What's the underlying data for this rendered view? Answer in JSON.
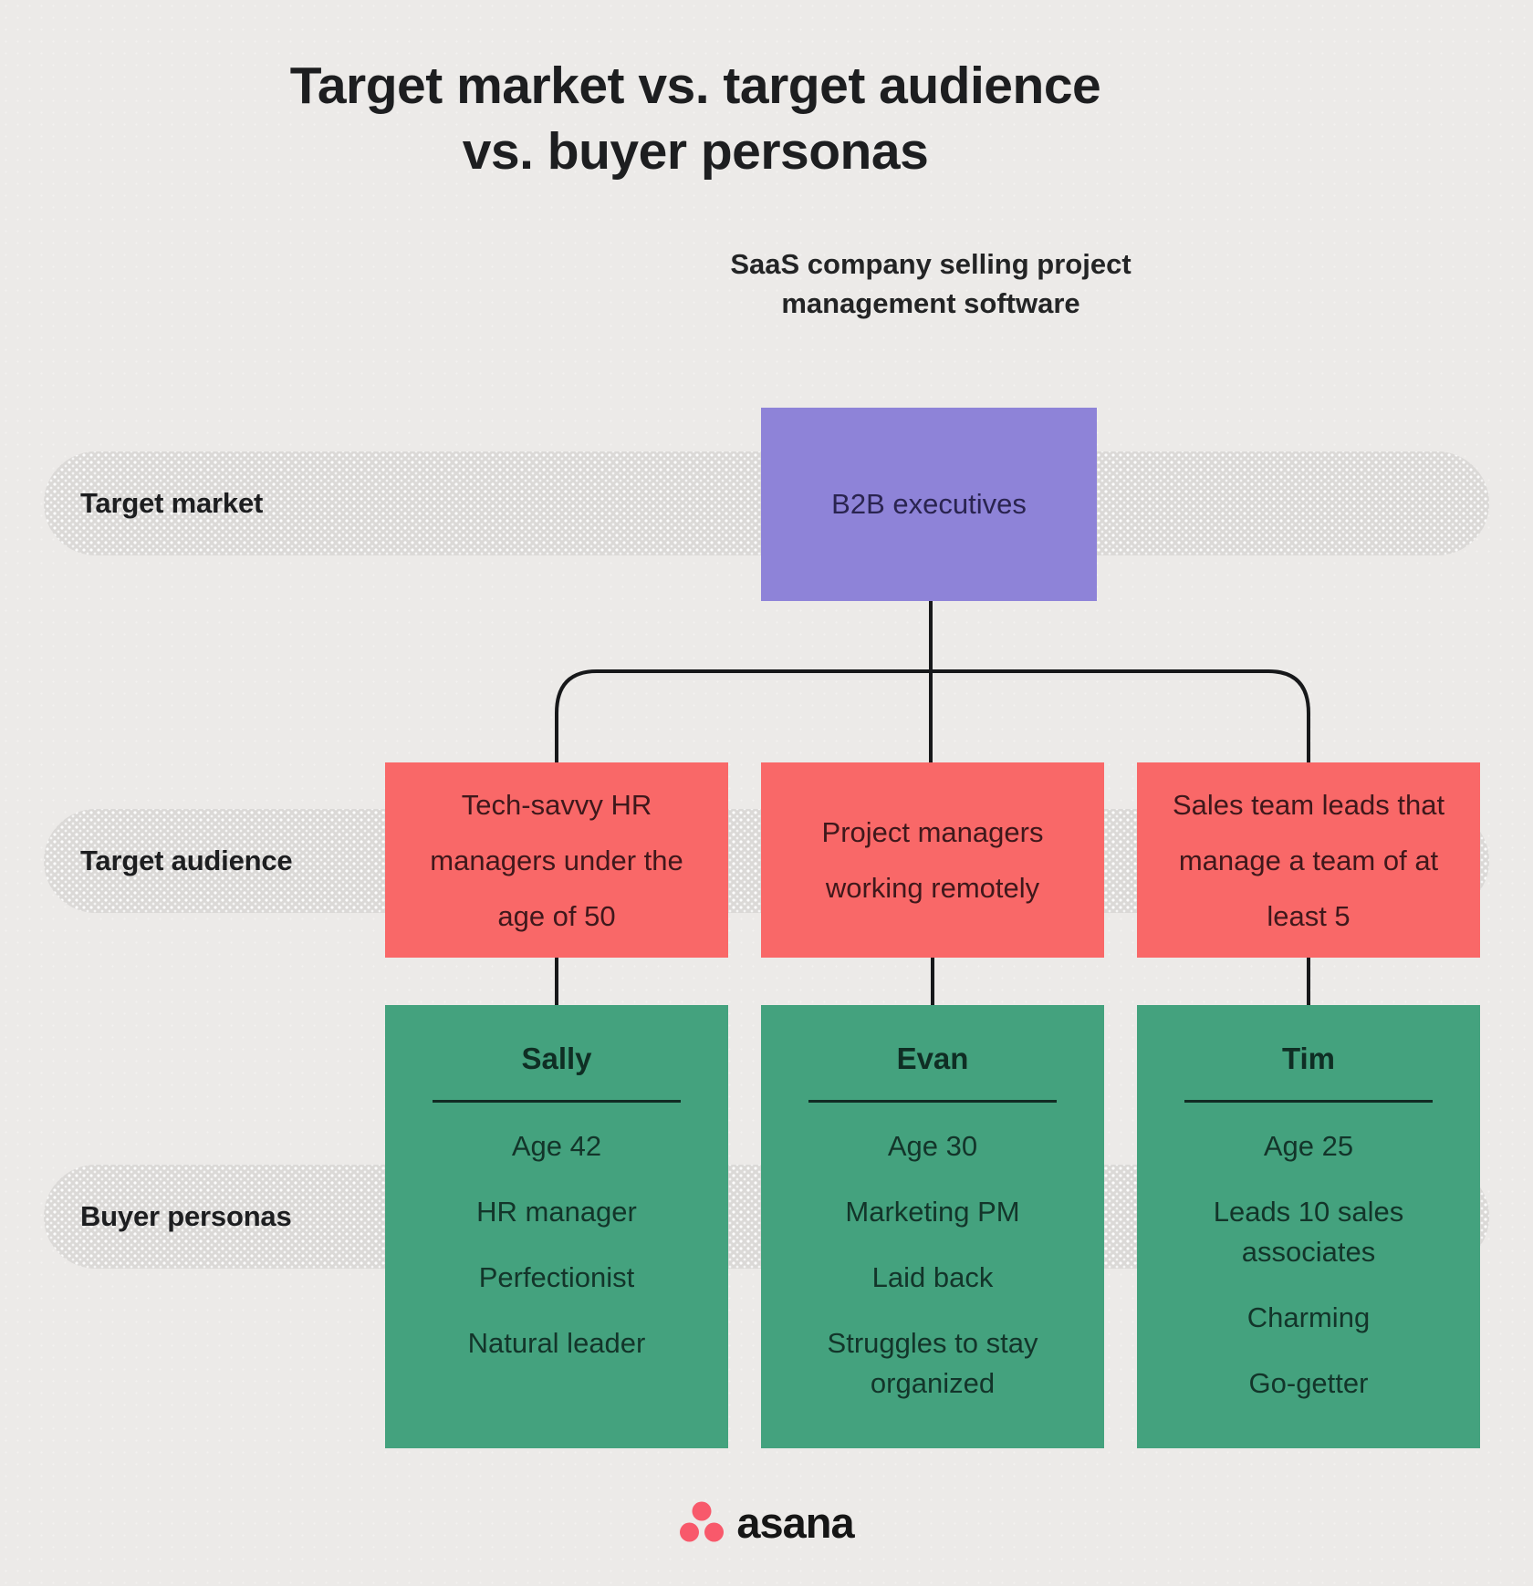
{
  "title": {
    "line1": "Target market vs. target audience",
    "line2": "vs. buyer personas"
  },
  "subtitle": {
    "line1": "SaaS company selling project",
    "line2": "management software"
  },
  "row_labels": {
    "market": "Target market",
    "audience": "Target audience",
    "personas": "Buyer personas"
  },
  "market_box": "B2B executives",
  "audience_boxes": [
    "Tech-savvy HR managers under the age of 50",
    "Project managers working remotely",
    "Sales team leads that manage a team of at least 5"
  ],
  "persona_boxes": [
    {
      "name": "Sally",
      "traits": [
        "Age 42",
        "HR manager",
        "Perfectionist",
        "Natural leader"
      ]
    },
    {
      "name": "Evan",
      "traits": [
        "Age 30",
        "Marketing PM",
        "Laid back",
        "Struggles to stay organized"
      ]
    },
    {
      "name": "Tim",
      "traits": [
        "Age 25",
        "Leads 10 sales associates",
        "Charming",
        "Go-getter"
      ]
    }
  ],
  "logo_text": "asana",
  "colors": {
    "background": "#eceae8",
    "pill_gray": "#dbd9d7",
    "purple": "#8e83d8",
    "coral_red": "#f96868",
    "green": "#44a27e",
    "connector_black": "#17181a",
    "logo_coral": "#f8596b"
  }
}
